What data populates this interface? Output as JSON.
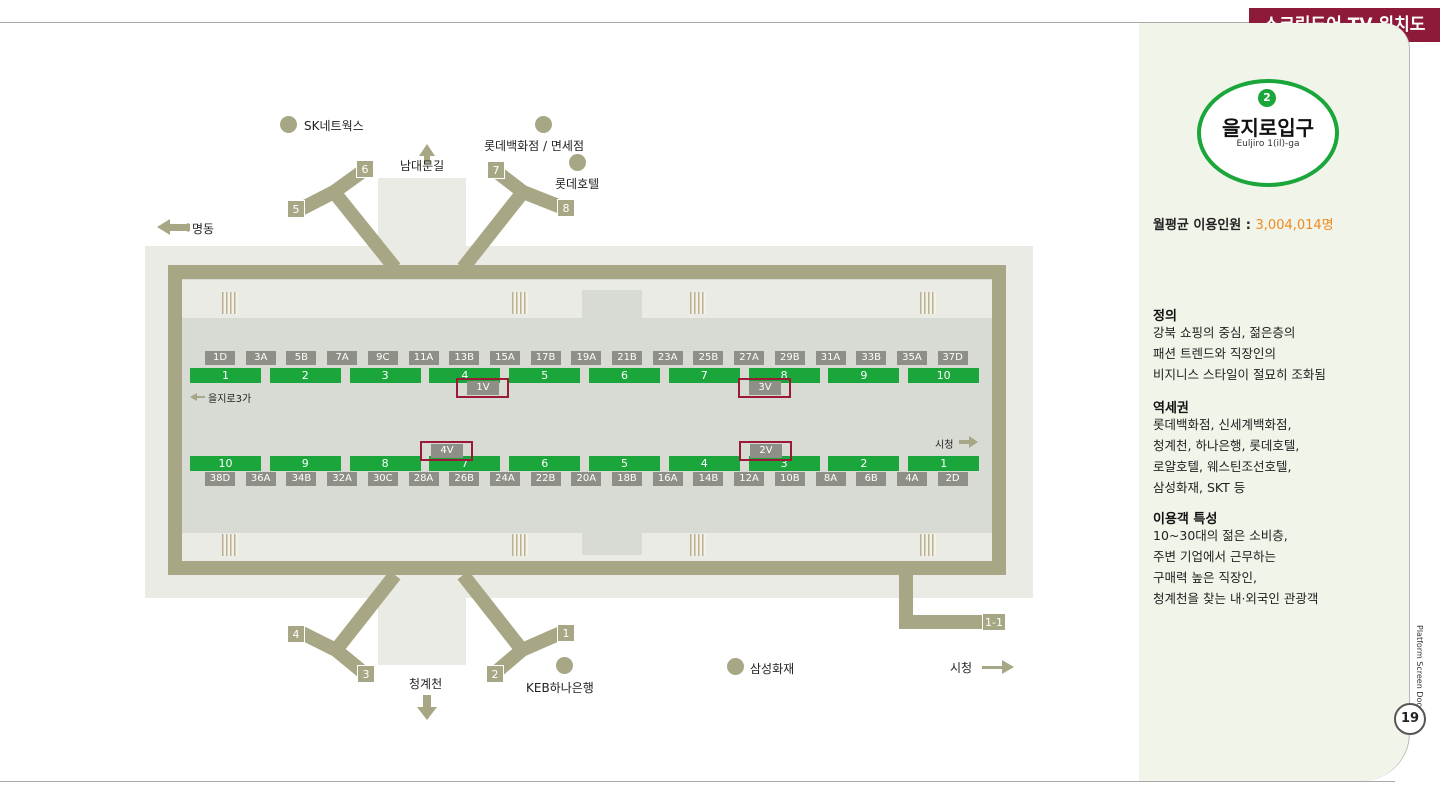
{
  "header": {
    "title": "스크린도어 TV 위치도"
  },
  "station": {
    "line_number": "2",
    "name_ko": "을지로입구",
    "name_en": "Euljiro 1(il)-ga"
  },
  "usage": {
    "label": "월평균 이용인원 :",
    "value": "3,004,014명"
  },
  "sections": [
    {
      "heading": "정의",
      "lines": [
        "강북 쇼핑의 중심, 젊은층의",
        "패션 트렌드와 직장인의",
        "비지니스 스타일이 절묘히 조화됨"
      ]
    },
    {
      "heading": "역세권",
      "lines": [
        "롯데백화점, 신세계백화점,",
        "청계천, 하나은행, 롯데호텔,",
        "로얄호텔, 웨스틴조선호텔,",
        "삼성화재, SKT 등"
      ]
    },
    {
      "heading": "이용객 특성",
      "lines": [
        "10~30대의 젊은 소비층,",
        "주변 기업에서 근무하는",
        "구매력 높은 직장인,",
        "청계천을 찾는 내·외국인 관광객"
      ]
    }
  ],
  "side_vertical": "Platform Screen Door",
  "page_number": "19",
  "map": {
    "labels": {
      "sk": "SK네트웍스",
      "namdaemun": "남대문길",
      "lotte_dept": "롯데백화점 / 면세점",
      "lotte_hotel": "롯데호텔",
      "myeongdong": "명동",
      "euljiro3": "을지로3가",
      "sicheong_inner": "시청",
      "cheonggyecheon": "청계천",
      "keb": "KEB하나은행",
      "samsung": "삼성화재",
      "sicheong": "시청"
    },
    "exits": [
      "5",
      "6",
      "7",
      "8",
      "4",
      "3",
      "2",
      "1",
      "1-1"
    ],
    "upper_doors": [
      "1D",
      "3A",
      "5B",
      "7A",
      "9C",
      "11A",
      "13B",
      "15A",
      "17B",
      "19A",
      "21B",
      "23A",
      "25B",
      "27A",
      "29B",
      "31A",
      "33B",
      "35A",
      "37D"
    ],
    "upper_cars": [
      "1",
      "2",
      "3",
      "4",
      "5",
      "6",
      "7",
      "8",
      "9",
      "10"
    ],
    "lower_cars": [
      "10",
      "9",
      "8",
      "7",
      "6",
      "5",
      "4",
      "3",
      "2",
      "1"
    ],
    "lower_doors": [
      "38D",
      "36A",
      "34B",
      "32A",
      "30C",
      "28A",
      "26B",
      "24A",
      "22B",
      "20A",
      "18B",
      "16A",
      "14B",
      "12A",
      "10B",
      "8A",
      "6B",
      "4A",
      "2D"
    ],
    "tv_upper": [
      "1V",
      "3V"
    ],
    "tv_lower": [
      "4V",
      "2V"
    ],
    "colors": {
      "line_green": "#1aa63a",
      "structure": "#a7a785",
      "tv_box": "#9b1b36",
      "badge": "#8e1a3a",
      "accent_orange": "#f08a22"
    }
  }
}
